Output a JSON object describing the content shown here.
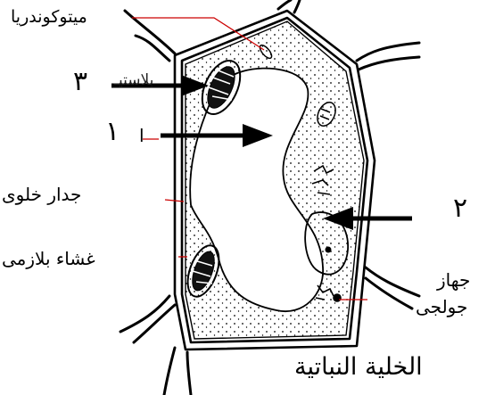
{
  "labels": {
    "mitochondria": "ميتوكوندريا",
    "chloroplast_partial": "بلاستيـ",
    "cell_wall": "جدار خلوى",
    "plasma_membrane": "غشاء بلازمى",
    "golgi_line1": "جهاز",
    "golgi_line2": "جولجى",
    "mark_1": "١",
    "mark_1_partial": "ا",
    "title": "الخلية النباتية"
  },
  "arrows": {
    "arrow_1": "١",
    "arrow_2": "٢",
    "arrow_3": "٣"
  },
  "colors": {
    "ink": "#000000",
    "leader": "#cc0000",
    "background": "#ffffff"
  }
}
